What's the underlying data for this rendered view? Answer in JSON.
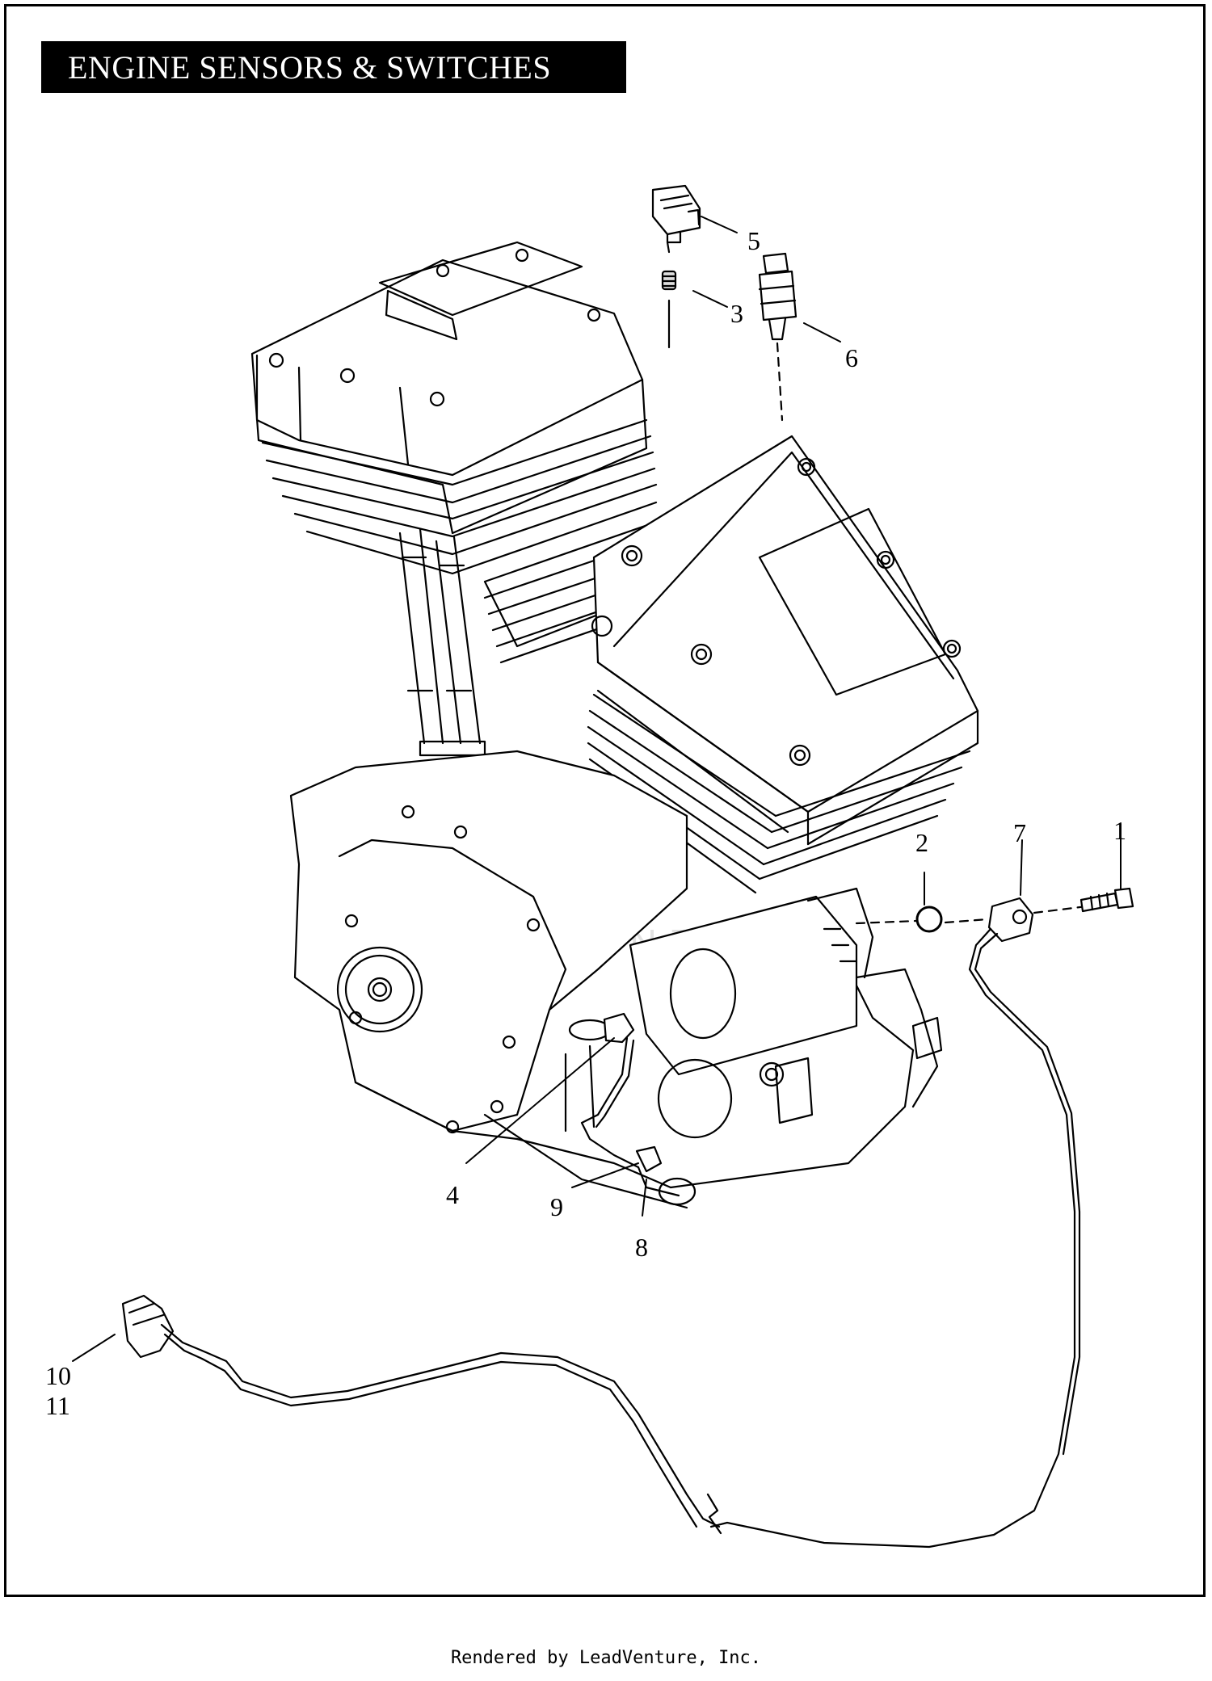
{
  "title": "ENGINE SENSORS & SWITCHES",
  "watermark": "LEADVENTURE",
  "footer": "Rendered by LeadVenture, Inc.",
  "callouts": {
    "c1": "1",
    "c2": "2",
    "c3": "3",
    "c4": "4",
    "c5": "5",
    "c6": "6",
    "c7": "7",
    "c8": "8",
    "c9": "9",
    "c10": "10",
    "c11": "11"
  },
  "colors": {
    "ink": "#000000",
    "paper": "#ffffff",
    "watermark": "#e2e2e2"
  }
}
